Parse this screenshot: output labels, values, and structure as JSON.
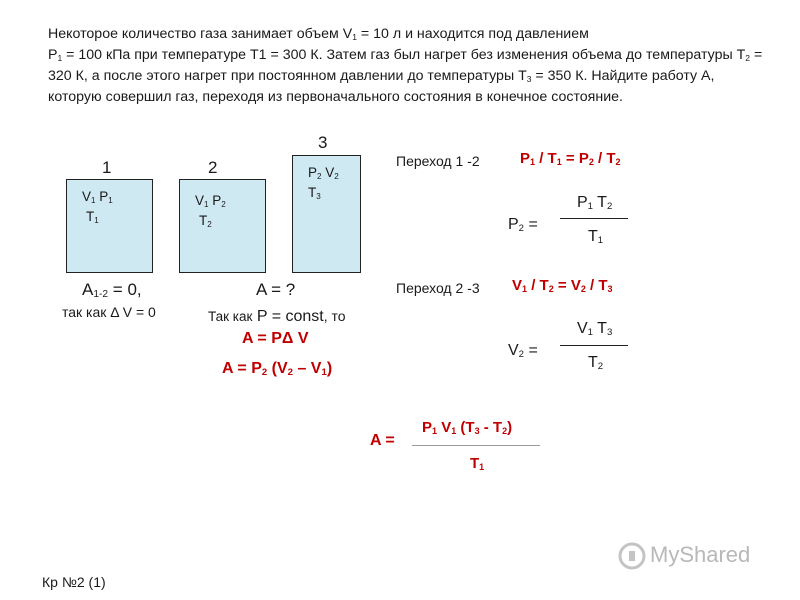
{
  "problem": {
    "p1": "Некоторое количество газа занимает объем V",
    "p1s": "1",
    "p2": " = 10 л  и  находится под давлением",
    "p3": "P",
    "p3s": "1",
    "p4": " = 100 кПа  при  температуре Т1 = 300 К.  Затем газ был  нагрет без  изменения объема до температуры Т",
    "p4s": "2",
    "p5": " = 320 К,  а  после  этого  нагрет  при  постоянном  давлении  до  температуры Т",
    "p5s": "3",
    "p6": " = 350 К.  Найдите работу А,  которую совершил газ,  переходя  из  первоначального состояния  в  конечное состояние."
  },
  "states": {
    "s1": {
      "num": "1",
      "l1a": "V",
      "l1as": "1",
      "l1b": " P",
      "l1bs": "1",
      "l2a": "T",
      "l2as": "1"
    },
    "s2": {
      "num": "2",
      "l1a": "V",
      "l1as": "1",
      "l1b": " P",
      "l1bs": "2",
      "l2a": "T",
      "l2as": "2"
    },
    "s3": {
      "num": "3",
      "l1a": "P",
      "l1as": "2",
      "l1b": " V",
      "l1bs": "2",
      "l2a": "T",
      "l2as": "3"
    }
  },
  "work12": {
    "a": "A",
    "as": "1-2",
    "b": " = 0,",
    "c": "так как Δ V = 0"
  },
  "work23": {
    "a": "A = ?",
    "b": "Так как",
    "c": " P = const",
    "d": ", то"
  },
  "formula_a": "A = PΔ V",
  "formula_b": {
    "a": "A = P",
    "as": "2",
    "b": " (V",
    "bs": "2",
    "c": " – V",
    "cs": "1",
    "d": ")"
  },
  "trans1": {
    "label": "Переход 1 -2",
    "eq": {
      "a": "P",
      "as": "1",
      "b": " / T",
      "bs": "1",
      "c": " = P",
      "cs": "2",
      "d": " / T",
      "ds": "2"
    },
    "lhs": "P",
    "lhss": "2",
    "lhs2": " =",
    "num": {
      "a": "P",
      "as": "1",
      "b": " T",
      "bs": "2"
    },
    "den": {
      "a": "T",
      "as": "1"
    }
  },
  "trans2": {
    "label": "Переход 2 -3",
    "eq": {
      "a": "V",
      "as": "1",
      "b": " / T",
      "bs": "2",
      "c": " = V",
      "cs": "2",
      "d": " / T",
      "ds": "3"
    },
    "lhs": "V",
    "lhss": "2",
    "lhs2": " =",
    "num": {
      "a": "V",
      "as": "1",
      "b": " T",
      "bs": "3"
    },
    "den": {
      "a": "T",
      "as": "2"
    }
  },
  "final": {
    "lhs": "A =",
    "num": {
      "a": "P",
      "as": "1",
      "b": " V",
      "bs": "1",
      "c": " (T",
      "cs": "3",
      "d": " - T",
      "ds": "2",
      "e": ")"
    },
    "den": {
      "a": "T",
      "as": "1"
    }
  },
  "footer": "Кр №2 (1)",
  "watermark": "MyShared",
  "colors": {
    "box_fill": "#cfe9f3",
    "formula_red": "#c00000"
  }
}
